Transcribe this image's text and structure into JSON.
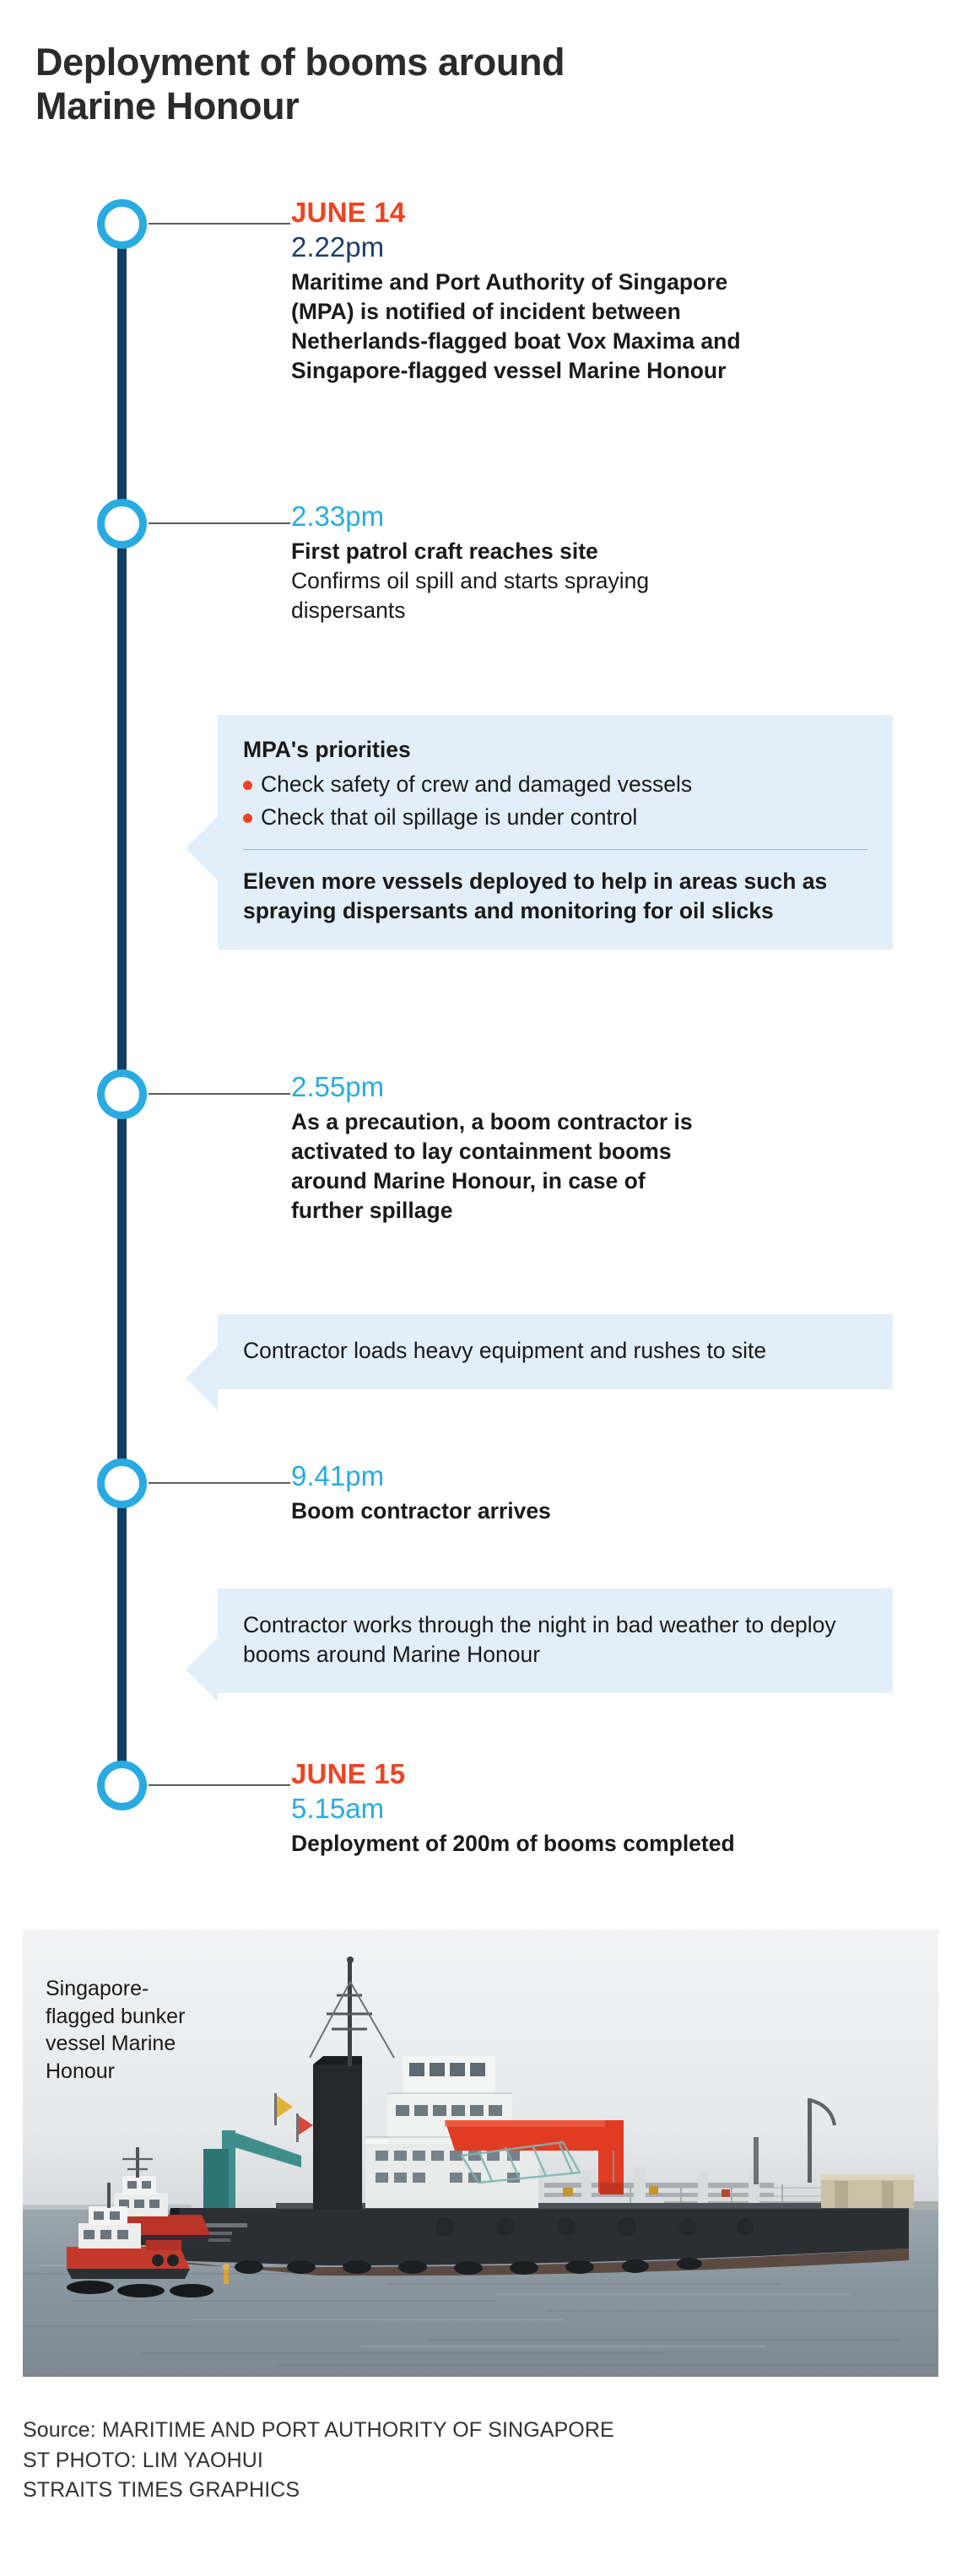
{
  "title": "Deployment of booms around\nMarine Honour",
  "colors": {
    "accent_red": "#ee4423",
    "accent_cyan": "#29abe2",
    "spine_navy": "#143d63",
    "time_navy": "#1b3f6b",
    "callout_bg": "#e2eff8",
    "title_grey": "#2b2b2b"
  },
  "timeline": {
    "entries": [
      {
        "date": "JUNE 14",
        "time": "2.22pm",
        "time_color": "navy",
        "body": "Maritime and Port Authority of Singapore\n(MPA) is notified of incident between\nNetherlands-flagged boat Vox Maxima and\nSingapore-flagged vessel Marine Honour",
        "body_weight": "bold"
      },
      {
        "date": "",
        "time": "2.33pm",
        "time_color": "cyan",
        "body": "First patrol craft reaches site",
        "body_weight": "bold",
        "body2": "Confirms oil spill and starts spraying\ndispersants",
        "body2_weight": "reg"
      },
      {
        "date": "",
        "time": "2.55pm",
        "time_color": "cyan",
        "body": "As a precaution, a boom contractor is\nactivated to lay containment booms\naround Marine Honour, in case of\nfurther spillage",
        "body_weight": "bold"
      },
      {
        "date": "",
        "time": "9.41pm",
        "time_color": "cyan",
        "body": "Boom contractor arrives",
        "body_weight": "bold"
      },
      {
        "date": "JUNE 15",
        "time": "5.15am",
        "time_color": "cyan",
        "body": "Deployment of 200m of booms completed",
        "body_weight": "bold"
      }
    ]
  },
  "callouts": [
    {
      "heading": "MPA's priorities",
      "bullets": [
        "Check safety of crew and damaged vessels",
        "Check that oil spillage is under control"
      ],
      "divider": true,
      "paragraph": "Eleven more vessels deployed to help in\nareas such as spraying dispersants and\nmonitoring for oil slicks",
      "paragraph_weight": "bold"
    },
    {
      "heading": "",
      "bullets": [],
      "divider": false,
      "paragraph": "Contractor loads heavy equipment and\nrushes to site",
      "paragraph_weight": "reg"
    },
    {
      "heading": "",
      "bullets": [],
      "divider": false,
      "paragraph": "Contractor works through the night in bad\nweather to deploy booms around Marine\nHonour",
      "paragraph_weight": "reg"
    }
  ],
  "photo": {
    "caption": "Singapore-\nflagged bunker\nvessel Marine\nHonour",
    "alt": "photo-marine-honour-vessel"
  },
  "credits": {
    "lines": [
      "Source: MARITIME AND PORT AUTHORITY OF SINGAPORE",
      "ST PHOTO: LIM YAOHUI",
      "STRAITS TIMES GRAPHICS"
    ]
  }
}
